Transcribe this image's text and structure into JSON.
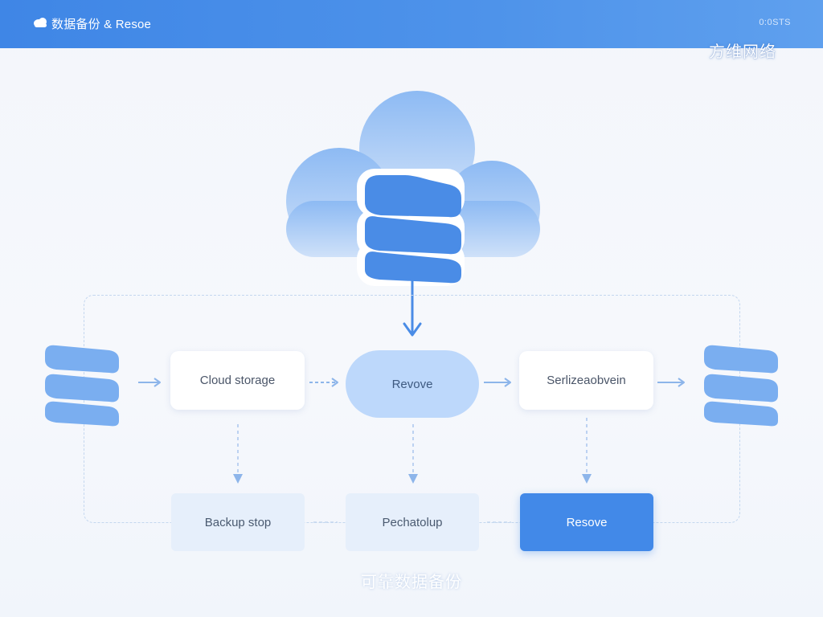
{
  "header": {
    "title": "数据备份 & Resoe",
    "code": "0:0STS",
    "logo_icon": "cloud-icon"
  },
  "brand": "方维网络",
  "nodes": {
    "cloud_storage": "Cloud storage",
    "revove": "Revove",
    "serialize": "Serlizeaobvein",
    "backup_stop": "Backup stop",
    "package_up": "Pechatolup",
    "resolve": "Resove"
  },
  "tagline": "可靠数据备份",
  "colors": {
    "header": "#4289e8",
    "database": "#4a8ce6",
    "database_light": "#7aaef0",
    "cloud": "#9cc3f5",
    "accent": "#4289e8"
  },
  "icons": {
    "cloud": "cloud-icon",
    "database": "database-stack-icon"
  }
}
